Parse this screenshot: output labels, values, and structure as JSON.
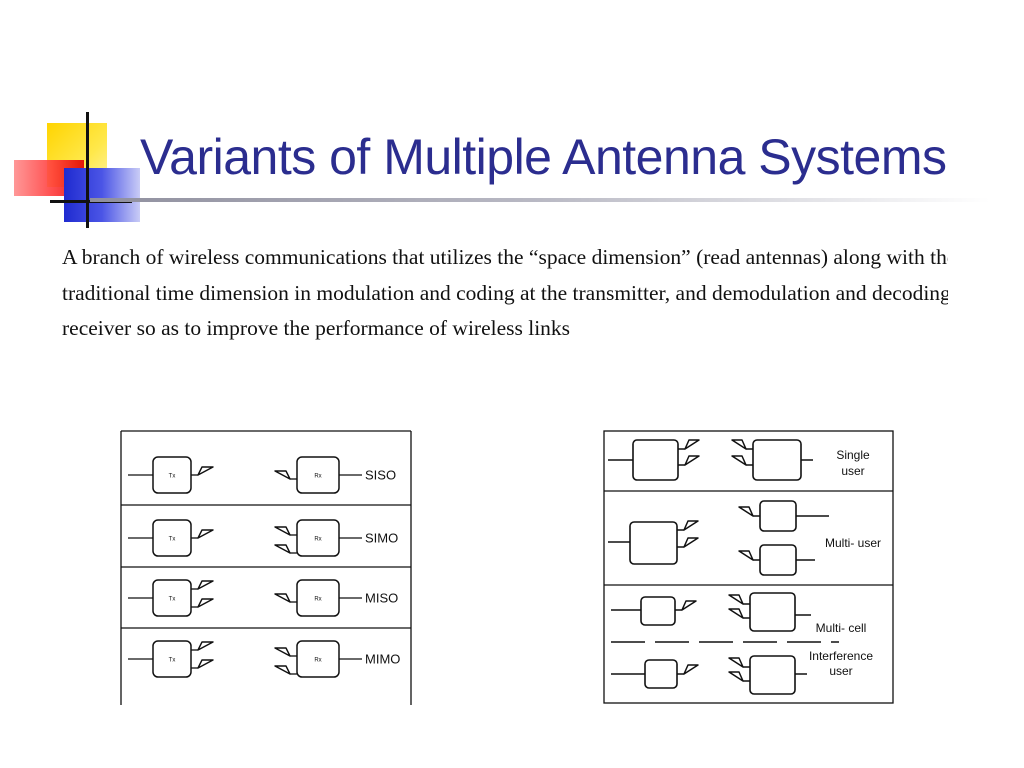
{
  "slide": {
    "title": "Variants of Multiple Antenna Systems",
    "body": "A branch of wireless communications that utilizes the “space dimension” (read antennas) along with the traditional time dimension in modulation and coding at the transmitter, and demodulation and decoding at the receiver so as to improve the performance of wireless links"
  },
  "left_diagram": {
    "tx_label": "Tx",
    "rx_label": "Rx",
    "rows": [
      {
        "label": "SISO",
        "tx_antennas": 1,
        "rx_antennas": 1
      },
      {
        "label": "SIMO",
        "tx_antennas": 1,
        "rx_antennas": 2
      },
      {
        "label": "MISO",
        "tx_antennas": 2,
        "rx_antennas": 1
      },
      {
        "label": "MIMO",
        "tx_antennas": 2,
        "rx_antennas": 2
      }
    ]
  },
  "right_diagram": {
    "sections": [
      {
        "label_lines": [
          "Single",
          "user"
        ]
      },
      {
        "label_lines": [
          "Multi- user"
        ]
      },
      {
        "label_lines": [
          "Multi- cell"
        ]
      },
      {
        "label_lines": [
          "Interference",
          "user"
        ]
      }
    ]
  }
}
